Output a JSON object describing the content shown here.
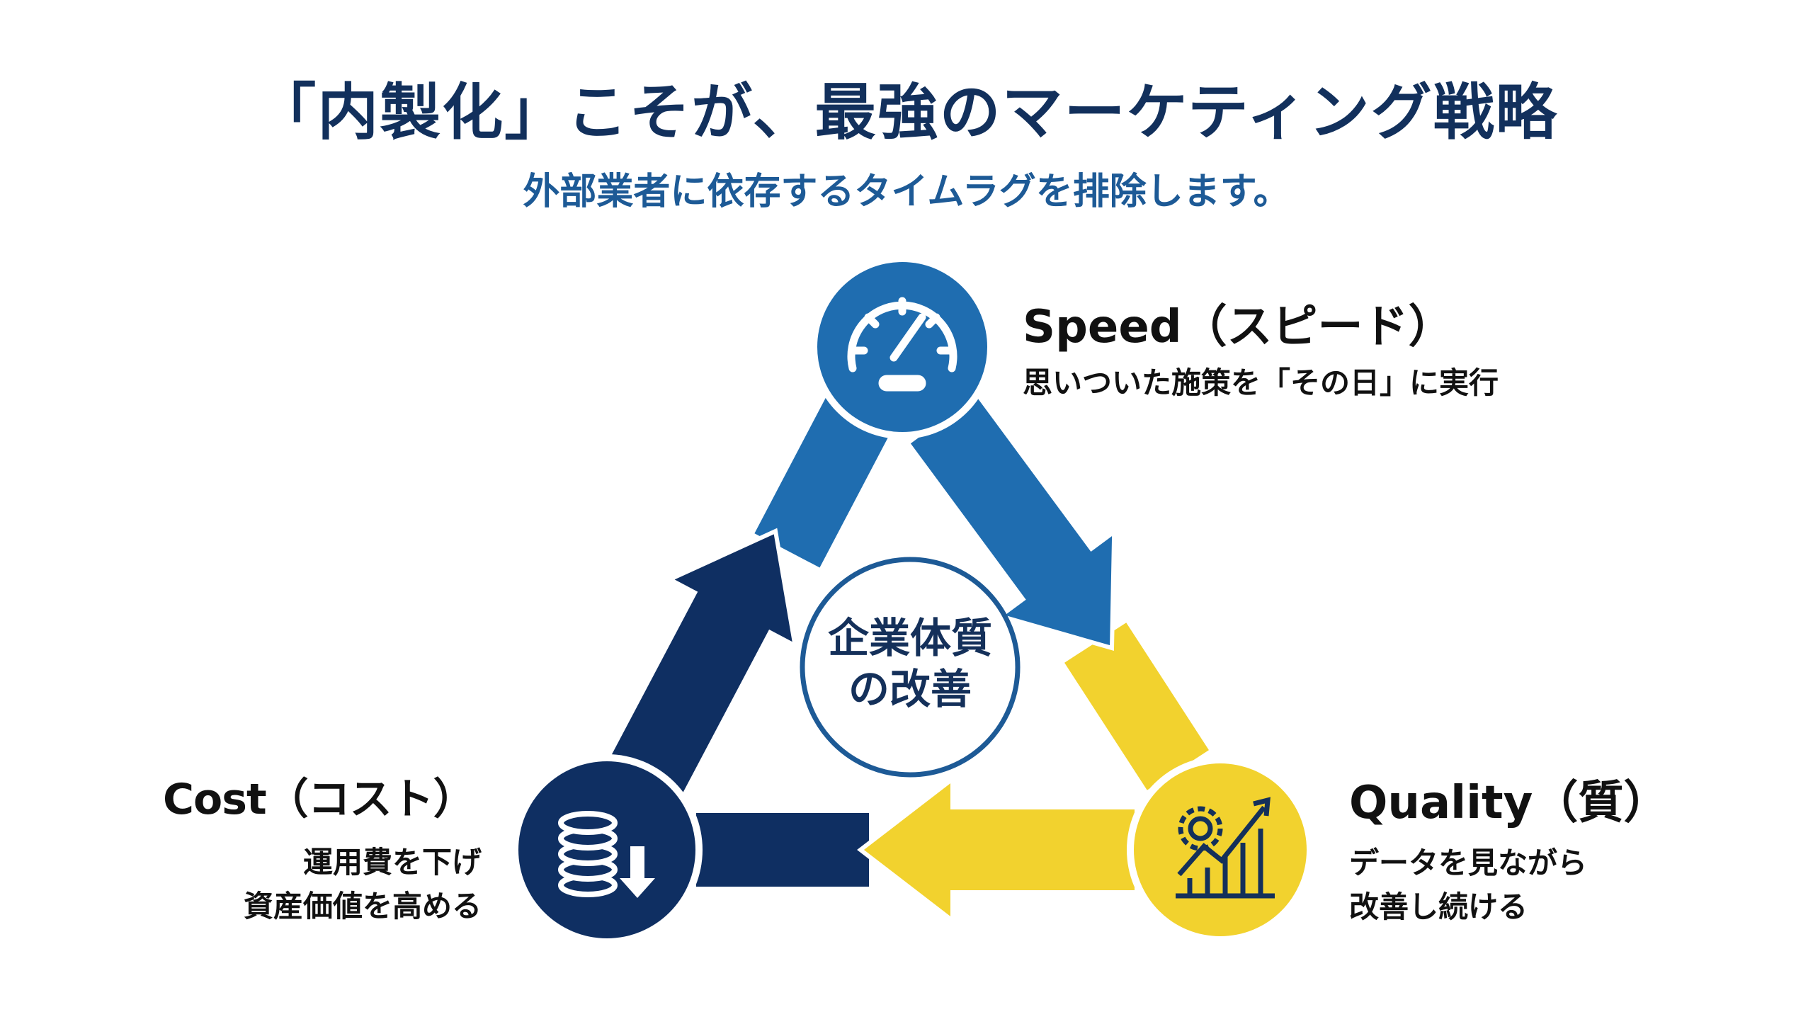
{
  "header": {
    "title": "「内製化」こそが、最強のマーケティング戦略",
    "subtitle": "外部業者に依存するタイムラグを排除します。"
  },
  "center": {
    "line1": "企業体質",
    "line2": "の改善"
  },
  "nodes": {
    "speed": {
      "title": "Speed（スピード）",
      "desc": [
        "思いついた施策を「その日」に実行"
      ],
      "icon": "speedometer-icon"
    },
    "quality": {
      "title": "Quality（質）",
      "desc": [
        "データを見ながら",
        "改善し続ける"
      ],
      "icon": "gear-chart-icon"
    },
    "cost": {
      "title": "Cost（コスト）",
      "desc": [
        "運用費を下げ",
        "資産価値を高める"
      ],
      "icon": "coins-down-icon"
    }
  },
  "colors": {
    "blue": "#1f6db0",
    "navy": "#0f2f62",
    "yellow": "#f2d22e",
    "title": "#12305c",
    "subtitle": "#1d5a96"
  }
}
